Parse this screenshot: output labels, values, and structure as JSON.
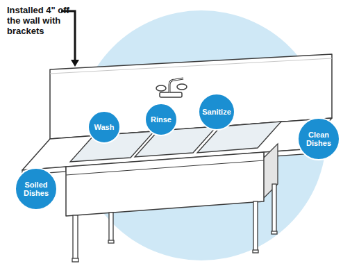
{
  "diagram": {
    "nodes": [
      {
        "text": [
          "Soiled Dishes"
        ]
      },
      {
        "text": [
          "Wash"
        ]
      },
      {
        "text": [
          "Rinse"
        ]
      },
      {
        "text": [
          "Sanitize"
        ]
      },
      {
        "text": [
          "Clean Dishes"
        ]
      }
    ],
    "labels": [
      "Installed 4\" off the wall with brackets"
    ]
  }
}
